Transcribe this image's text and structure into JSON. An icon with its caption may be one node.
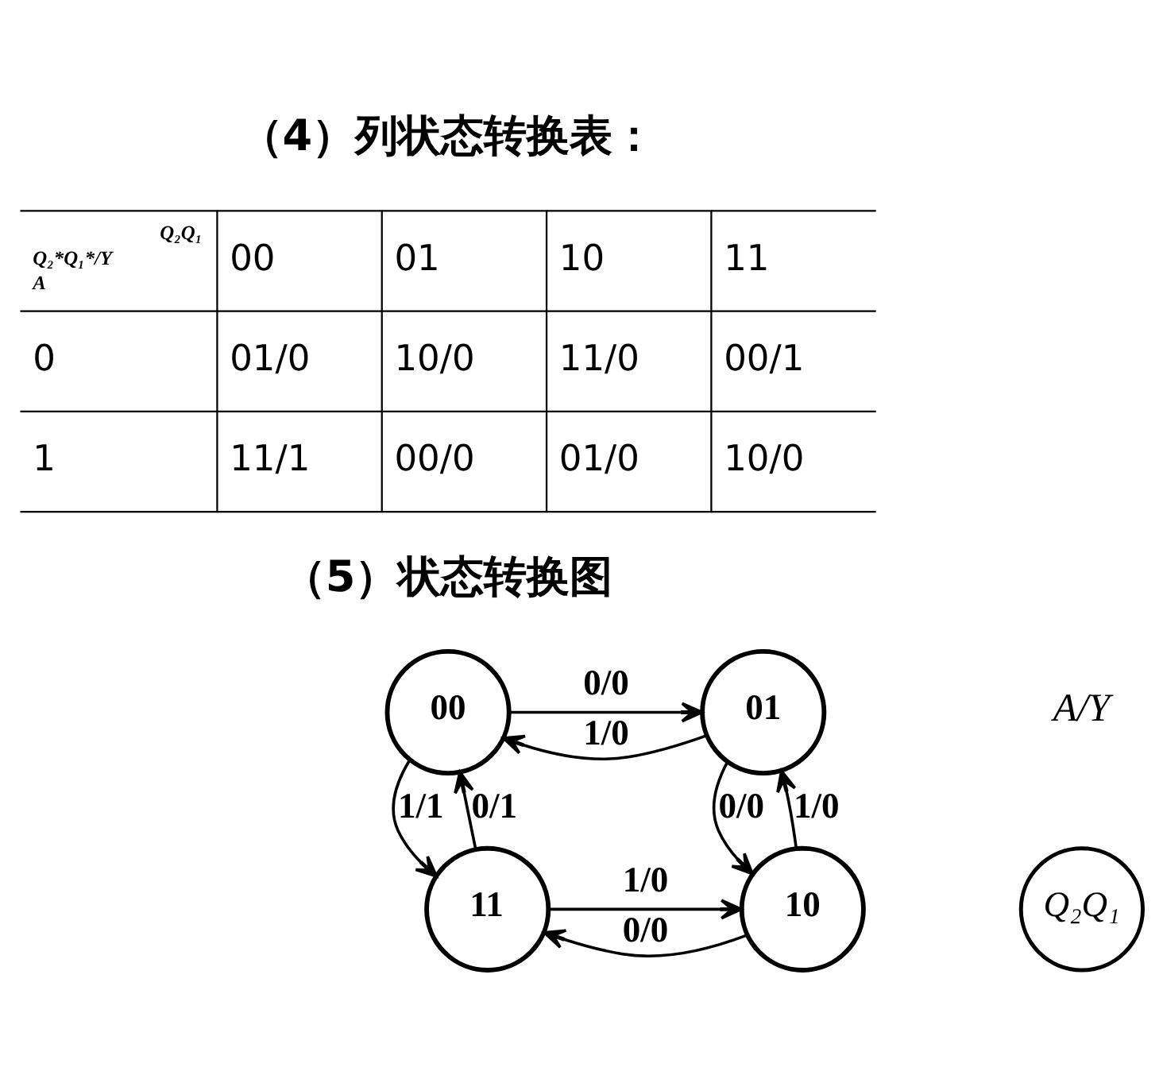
{
  "diagram": {
    "nodes": [
      {
        "text": [
          "00"
        ]
      },
      {
        "text": [
          "01"
        ]
      },
      {
        "text": [
          "11"
        ]
      },
      {
        "text": [
          "10"
        ]
      },
      {
        "text": [
          "Q₂Q₁"
        ],
        "beside": [
          "A/Y"
        ]
      }
    ],
    "edges": [
      {
        "from": 0,
        "to": 1,
        "arrow": "to",
        "label": "0/0"
      },
      {
        "from": 1,
        "to": 0,
        "arrow": "to",
        "label": "1/0"
      },
      {
        "from": 2,
        "to": 0,
        "arrow": "to",
        "label": "0/1"
      },
      {
        "from": 0,
        "to": 2,
        "arrow": "to",
        "label": "1/1"
      },
      {
        "from": 3,
        "to": 1,
        "arrow": "to",
        "label": "1/0"
      },
      {
        "from": 1,
        "to": 3,
        "arrow": "to",
        "label": "0/0"
      },
      {
        "from": 2,
        "to": 3,
        "arrow": "to",
        "label": "1/0"
      },
      {
        "from": 3,
        "to": 2,
        "arrow": "to",
        "label": "0/0"
      }
    ],
    "labels": [
      "（4）列状态转换表：",
      "Q₂*Q₁*/Y",
      "Q₂Q₁",
      "A",
      "00",
      "01",
      "10",
      "11",
      "0",
      "01/0",
      "10/0",
      "11/0",
      "00/1",
      "1",
      "11/1",
      "00/0",
      "01/0",
      "10/0",
      "（5）状态转换图"
    ]
  }
}
